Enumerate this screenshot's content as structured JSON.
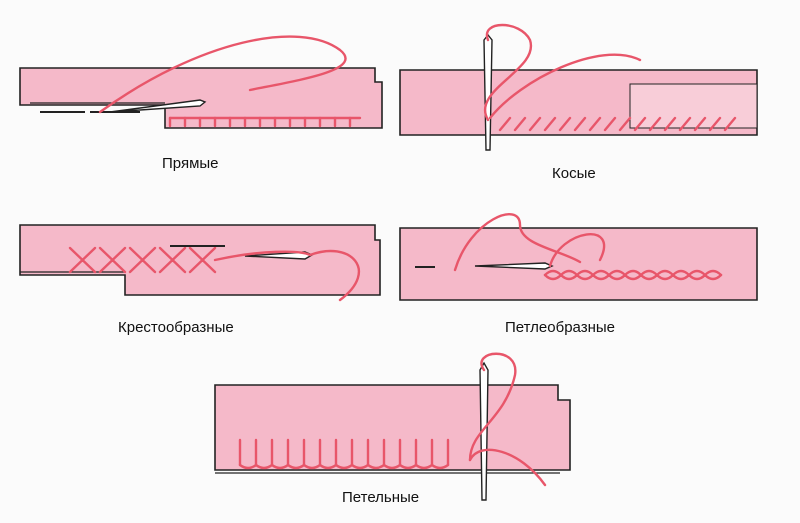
{
  "labels": {
    "straight": "Прямые",
    "slanted": "Косые",
    "cross": "Крестообразные",
    "loop": "Петлеобразные",
    "buttonhole": "Петельные"
  },
  "colors": {
    "fabric": "#f5b9c9",
    "thread": "#e8566a",
    "outline": "#222222"
  }
}
